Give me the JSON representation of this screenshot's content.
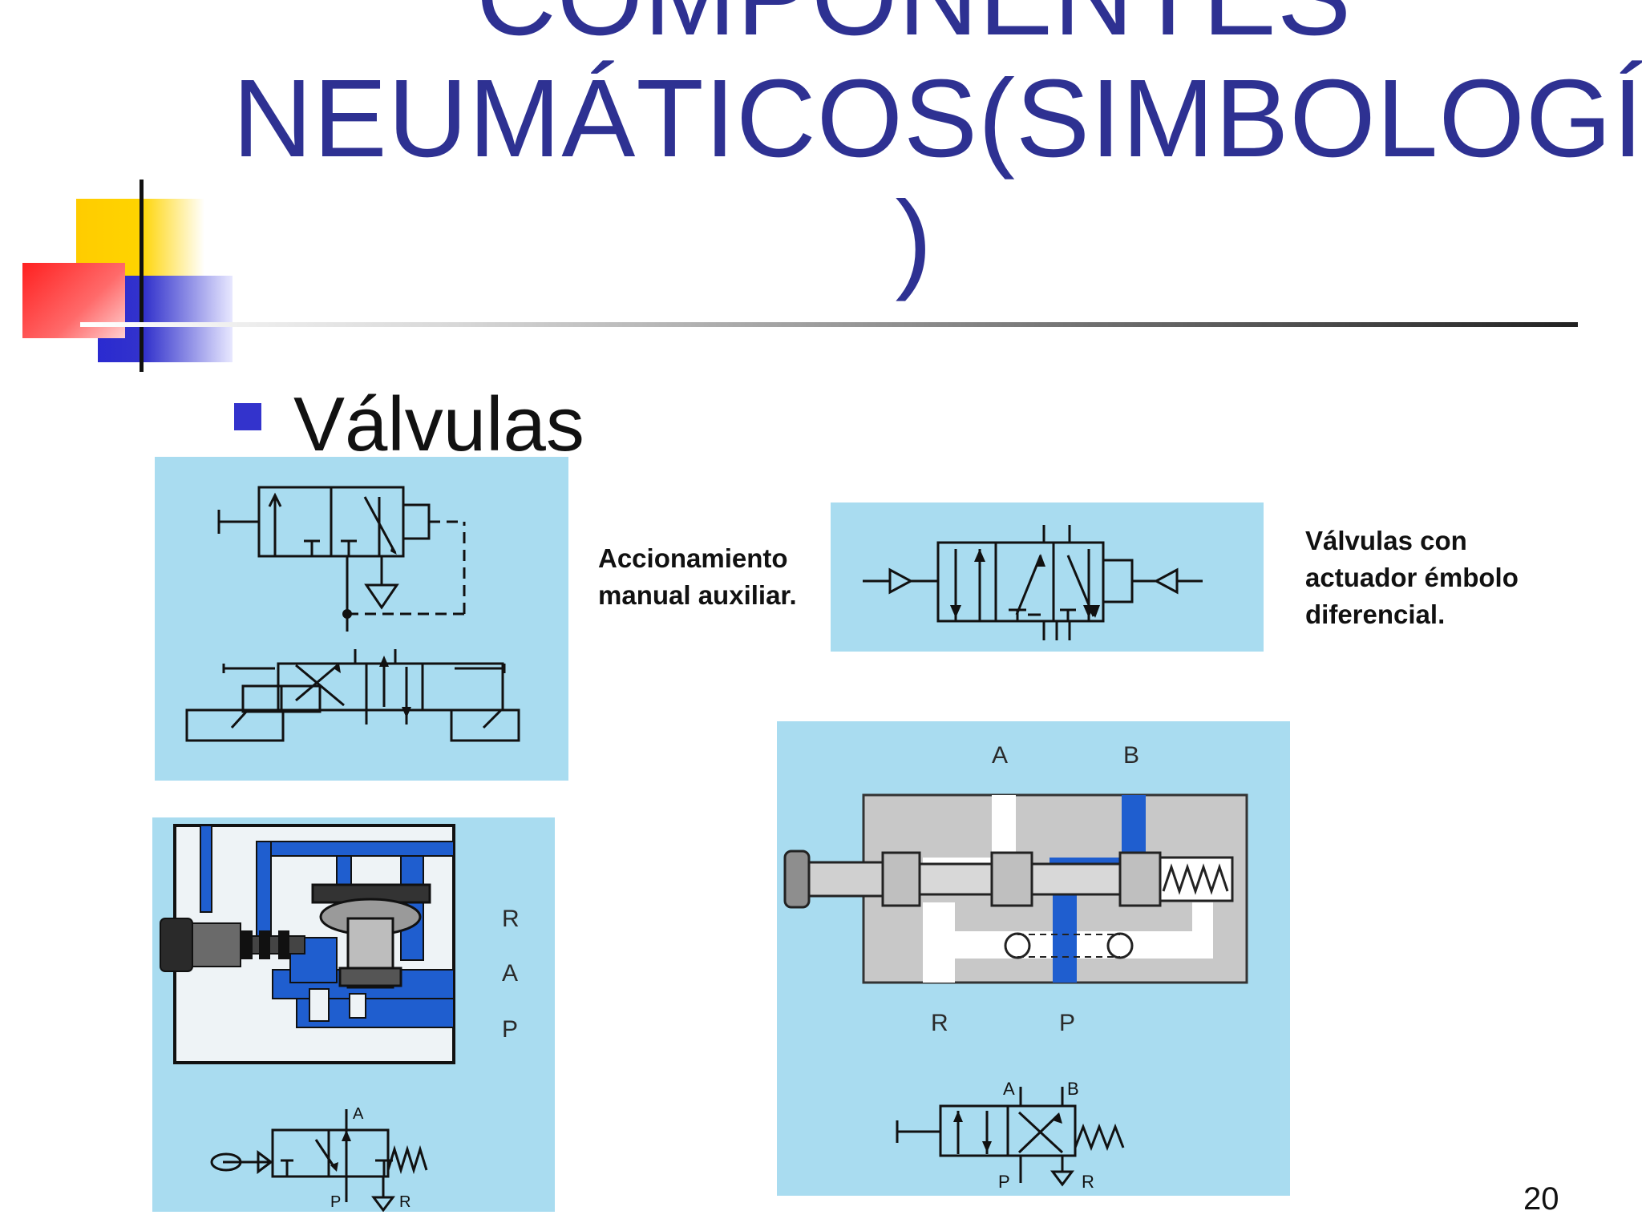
{
  "slide": {
    "title_lines": [
      "COMPONENTES",
      "NEUMÁTICOS(SIMBOLOGÍA",
      ")"
    ],
    "bullet": "Válvulas",
    "caption_manual": "Accionamiento manual auxiliar.",
    "caption_differential_line1": "Válvulas con",
    "caption_differential_line2": "actuador émbolo",
    "caption_differential_line3": "diferencial.",
    "page_number": "20"
  },
  "diagram_labels": {
    "cutaway_left": [
      "R",
      "A",
      "P"
    ],
    "symbol_left_ports": {
      "a": "A",
      "p": "P",
      "r": "R"
    },
    "cutaway_right_top": [
      "A",
      "B"
    ],
    "cutaway_right_bottom": [
      "R",
      "P"
    ],
    "symbol_right_ports": {
      "a": "A",
      "b": "B",
      "p": "P",
      "r": "R"
    }
  },
  "colors": {
    "title": "#2e3192",
    "panel_bg": "#a9dcf0",
    "flow_blue": "#1f5ecf",
    "body_gray": "#c8c8c8"
  }
}
